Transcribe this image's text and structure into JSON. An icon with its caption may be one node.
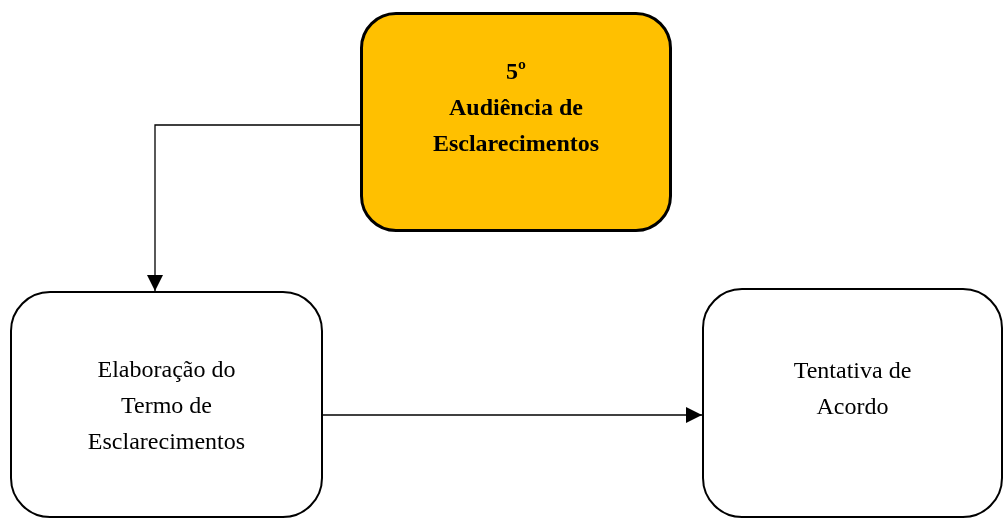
{
  "diagram": {
    "nodes": [
      {
        "text": [
          "5º",
          "Audiência de Esclarecimentos"
        ]
      },
      {
        "text": [
          "Elaboração do Termo de Esclarecimentos"
        ]
      },
      {
        "text": [
          "Tentativa de Acordo"
        ]
      }
    ],
    "edges": [
      {
        "from": 0,
        "to": 1,
        "arrow": "to"
      },
      {
        "from": 1,
        "to": 2,
        "arrow": "to"
      }
    ]
  }
}
